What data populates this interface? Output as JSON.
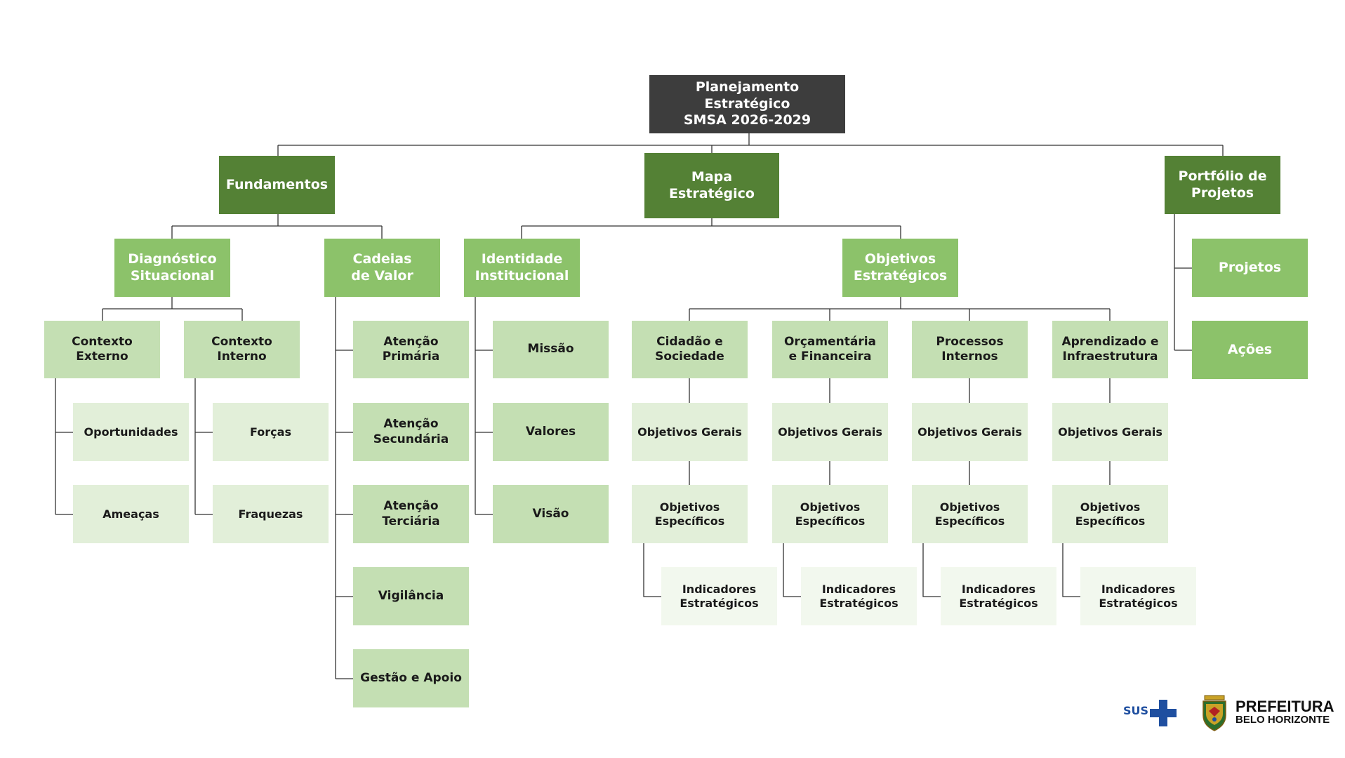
{
  "diagram": {
    "root": "Planejamento Estratégico\nSMSA 2026-2029",
    "fundamentos": "Fundamentos",
    "mapa": "Mapa Estratégico",
    "portfolio": "Portfólio de\nProjetos",
    "diagnostico": "Diagnóstico\nSituacional",
    "cadeias": "Cadeias\nde Valor",
    "identidade": "Identidade\nInstitucional",
    "objetivos": "Objetivos\nEstratégicos",
    "projetos": "Projetos",
    "acoes": "Ações",
    "contexto_externo": "Contexto\nExterno",
    "contexto_interno": "Contexto\nInterno",
    "oportunidades": "Oportunidades",
    "ameacas": "Ameaças",
    "forcas": "Forças",
    "fraquezas": "Fraquezas",
    "atencao_primaria": "Atenção\nPrimária",
    "atencao_secundaria": "Atenção\nSecundária",
    "atencao_terciaria": "Atenção\nTerciária",
    "vigilancia": "Vigilância",
    "gestao_apoio": "Gestão e Apoio",
    "missao": "Missão",
    "valores": "Valores",
    "visao": "Visão",
    "perspectivas": [
      {
        "name": "Cidadão e\nSociedade",
        "gerais": "Objetivos Gerais",
        "especificos": "Objetivos\nEspecíficos",
        "indicadores": "Indicadores\nEstratégicos"
      },
      {
        "name": "Orçamentária\ne Financeira",
        "gerais": "Objetivos Gerais",
        "especificos": "Objetivos\nEspecíficos",
        "indicadores": "Indicadores\nEstratégicos"
      },
      {
        "name": "Processos\nInternos",
        "gerais": "Objetivos Gerais",
        "especificos": "Objetivos\nEspecíficos",
        "indicadores": "Indicadores\nEstratégicos"
      },
      {
        "name": "Aprendizado e\nInfraestrutura",
        "gerais": "Objetivos Gerais",
        "especificos": "Objetivos\nEspecíficos",
        "indicadores": "Indicadores\nEstratégicos"
      }
    ]
  },
  "logos": {
    "sus": "SUS",
    "prefeitura_line1": "PREFEITURA",
    "prefeitura_line2": "BELO HORIZONTE"
  },
  "colors": {
    "root": "#3d3d3d",
    "level1": "#548135",
    "level2": "#8cc26a",
    "level3": "#c4dfb3",
    "level4": "#e2efd9",
    "level5": "#f2f8ee",
    "connector": "#333333"
  }
}
